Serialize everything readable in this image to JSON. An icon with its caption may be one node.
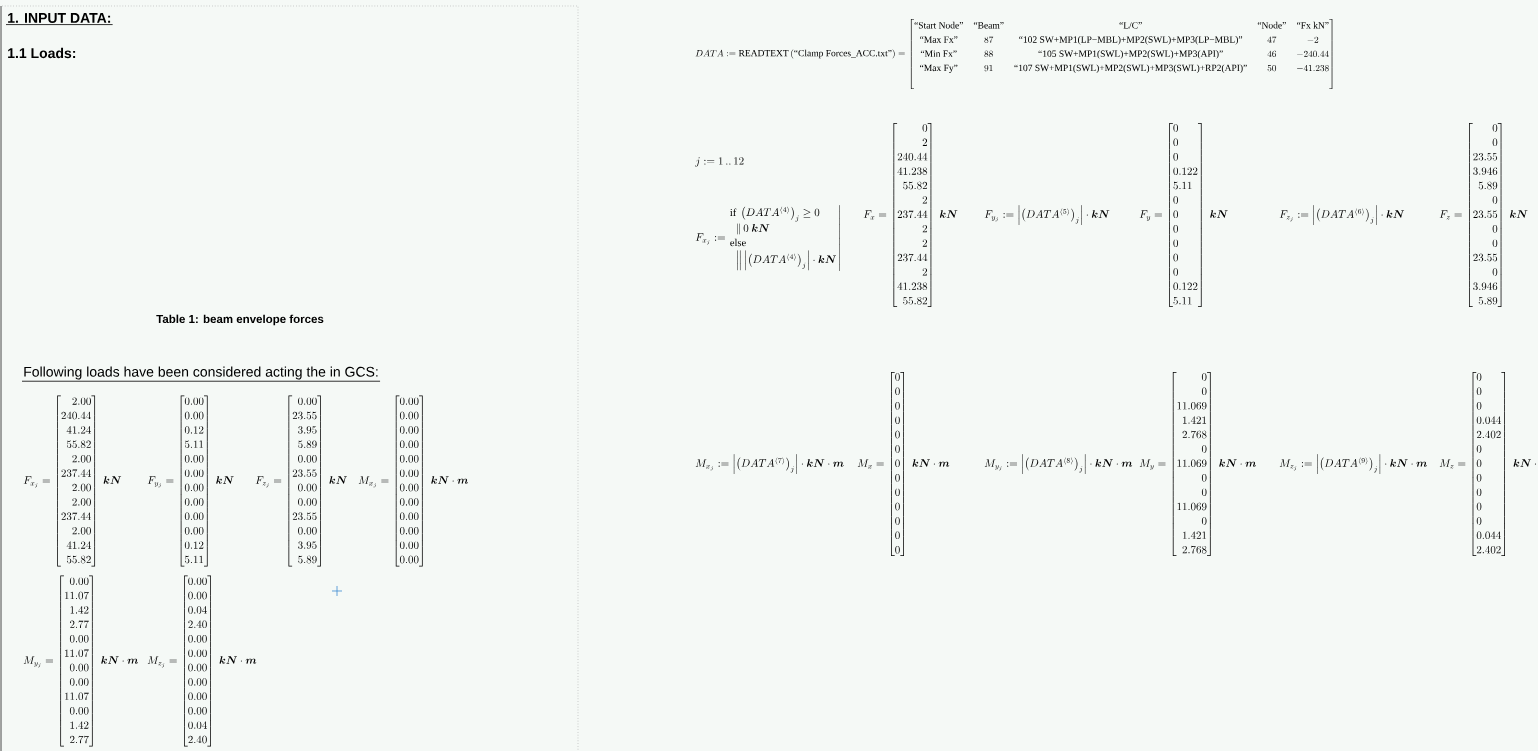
{
  "diagram": {
    "labels": [
      "1. INPUT DATA:",
      "1.1 Loads:",
      "Table 1: beam envelope forces",
      "Following loads have been considered acting the in GCS:",
      "F_{x_j}=\\begin{bmatrix*}[r]2.00\\\\240.44\\\\41.24\\\\55.82\\\\2.00\\\\237.44\\\\2.00\\\\2.00\\\\237.44\\\\2.00\\\\41.24\\\\55.82\\end{bmatrix*}\\ \\boldsymbol{kN}",
      "F_{y_j}=\\begin{bmatrix*}[r]0.00\\\\0.00\\\\0.12\\\\5.11\\\\0.00\\\\0.00\\\\0.00\\\\0.00\\\\0.00\\\\0.00\\\\0.12\\\\5.11\\end{bmatrix*}\\ \\boldsymbol{kN}",
      "F_{z_j}=\\begin{bmatrix*}[r]0.00\\\\23.55\\\\3.95\\\\5.89\\\\0.00\\\\23.55\\\\0.00\\\\0.00\\\\23.55\\\\0.00\\\\3.95\\\\5.89\\end{bmatrix*}\\ \\boldsymbol{kN}",
      "M_{x_j}=\\begin{bmatrix*}[r]0.00\\\\0.00\\\\0.00\\\\0.00\\\\0.00\\\\0.00\\\\0.00\\\\0.00\\\\0.00\\\\0.00\\\\0.00\\\\0.00\\end{bmatrix*}\\ \\boldsymbol{kN}\\cdot\\boldsymbol{m}",
      "M_{y_j}=\\begin{bmatrix*}[r]0.00\\\\11.07\\\\1.42\\\\2.77\\\\0.00\\\\11.07\\\\0.00\\\\0.00\\\\11.07\\\\0.00\\\\1.42\\\\2.77\\end{bmatrix*}\\ \\boldsymbol{kN}\\cdot\\boldsymbol{m}",
      "M_{z_j}=\\begin{bmatrix*}[r]0.00\\\\0.00\\\\0.04\\\\2.40\\\\0.00\\\\0.00\\\\0.00\\\\0.00\\\\0.00\\\\0.00\\\\0.04\\\\2.40\\end{bmatrix*}\\ \\boldsymbol{kN}\\cdot\\boldsymbol{m}",
      "DATA:=\\text{READTEXT}\\left(\\text{“Clamp Forces\\_ACC.txt”}\\right)=\\begin{bmatrix}\\text{“Start Node”}&\\text{“Beam”}&\\text{“L/C”}&\\text{“Node”}&\\text{“Fx kN”}\\\\\\text{“Max Fx”}&87&\\text{“102 SW+MP1(LP−MBL)+MP2(SWL)+MP3(LP−MBL)”}&47&-2\\\\\\text{“Min Fx”}&88&\\text{“105 SW+MP1(SWL)+MP2(SWL)+MP3(API)”}&46&-240.44\\\\\\text{“Max Fy”}&91&\\text{“107 SW+MP1(SWL)+MP2(SWL)+MP3(SWL)+RP2(API)”}&50&-41.238\\\\&&&&\\end{bmatrix}",
      "j:=1\\,..\\,12",
      "F_{x_j}:=\\left.\\begin{array}{@{}l@{}}\\text{if }\\left(DATA^{\\langle4\\rangle}\\right)_j\\geq0\\\\\\;\\;\\left\\|\\,0\\ \\boldsymbol{kN}\\right.\\\\\\text{else}\\\\\\;\\;\\left\\|\\,\\left|\\left(DATA^{\\langle4\\rangle}\\right)_j\\right|\\cdot\\boldsymbol{kN}\\right.\\end{array}\\right|",
      "F_x=\\begin{bmatrix*}[r]0\\\\2\\\\240.44\\\\41.238\\\\55.82\\\\2\\\\237.44\\\\2\\\\2\\\\237.44\\\\2\\\\41.238\\\\55.82\\end{bmatrix*}\\ \\boldsymbol{kN}",
      "F_{y_j}:=\\left|\\left(DATA^{\\langle5\\rangle}\\right)_j\\right|\\cdot\\boldsymbol{kN}",
      "F_y=\\begin{bmatrix*}[l]0\\\\0\\\\0\\\\0.122\\\\5.11\\\\0\\\\0\\\\0\\\\0\\\\0\\\\0\\\\0.122\\\\5.11\\end{bmatrix*}\\ \\boldsymbol{kN}",
      "F_{z_j}:=\\left|\\left(DATA^{\\langle6\\rangle}\\right)_j\\right|\\cdot\\boldsymbol{kN}",
      "F_z=\\begin{bmatrix*}[r]0\\\\0\\\\23.55\\\\3.946\\\\5.89\\\\0\\\\23.55\\\\0\\\\0\\\\23.55\\\\0\\\\3.946\\\\5.89\\end{bmatrix*}\\ \\boldsymbol{kN}",
      "M_{x_j}:=\\left|\\left(DATA^{\\langle7\\rangle}\\right)_j\\right|\\cdot\\boldsymbol{kN}\\cdot\\boldsymbol{m}",
      "M_x=\\begin{bmatrix*}[r]0\\\\0\\\\0\\\\0\\\\0\\\\0\\\\0\\\\0\\\\0\\\\0\\\\0\\\\0\\\\0\\end{bmatrix*}\\ \\boldsymbol{kN}\\cdot\\boldsymbol{m}",
      "M_{y_j}:=\\left|\\left(DATA^{\\langle8\\rangle}\\right)_j\\right|\\cdot\\boldsymbol{kN}\\cdot\\boldsymbol{m}",
      "M_y=\\begin{bmatrix*}[r]0\\\\0\\\\11.069\\\\1.421\\\\2.768\\\\0\\\\11.069\\\\0\\\\0\\\\11.069\\\\0\\\\1.421\\\\2.768\\end{bmatrix*}\\ \\boldsymbol{kN}\\cdot\\boldsymbol{m}",
      "M_{z_j}:=\\left|\\left(DATA^{\\langle9\\rangle}\\right)_j\\right|\\cdot\\boldsymbol{kN}\\cdot\\boldsymbol{m}",
      "M_z=\\begin{bmatrix*}[l]0\\\\0\\\\0\\\\0.044\\\\2.402\\\\0\\\\0\\\\0\\\\0\\\\0\\\\0\\\\0.044\\\\2.402\\end{bmatrix*}\\ \\boldsymbol{kN}\\cdot\\boldsymbol{m}"
    ]
  }
}
